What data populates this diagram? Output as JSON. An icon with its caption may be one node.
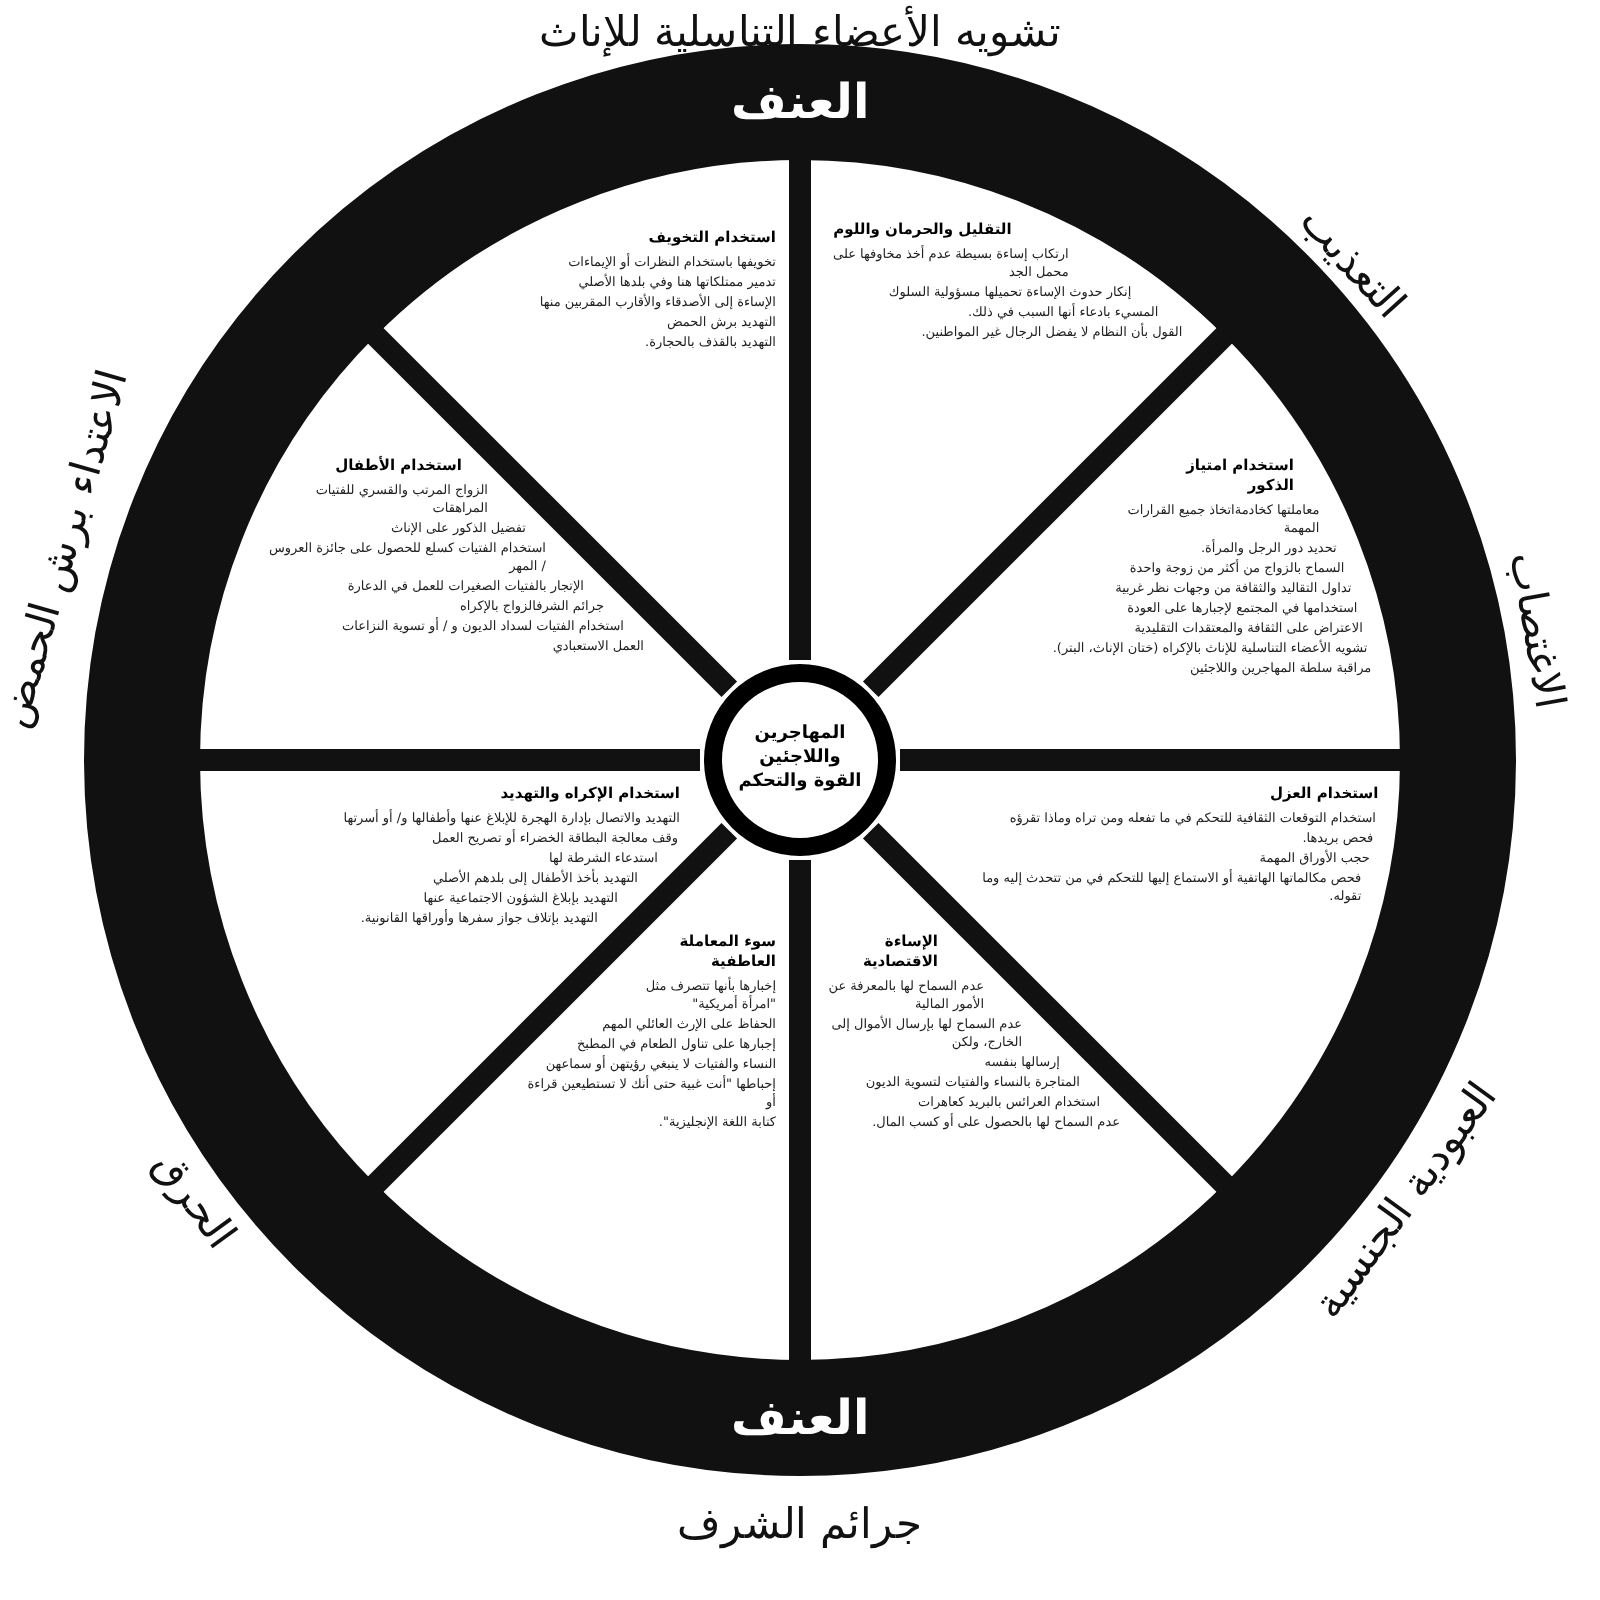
{
  "diagram": {
    "nodes": [
      {
        "text": [
          "التقليل والحرمان واللوم",
          "ارتكاب إساءة بسيطة عدم أخذ مخاوفها على محمل الجد",
          "إنكار حدوث الإساءة تحميلها مسؤولية السلوك",
          "المسيء بادعاء أنها السبب في ذلك.",
          "القول بأن النظام لا يفضل الرجال غير المواطنين."
        ]
      },
      {
        "text": [
          "استخدام التخويف",
          "تخويفها باستخدام النظرات أو الإيماءات",
          "تدمير ممتلكاتها هنا وفي بلدها الأصلي",
          "الإساءة إلى الأصدقاء والأقارب المقربين منها",
          "التهديد برش الحمض",
          "التهديد بالقذف بالحجارة."
        ]
      },
      {
        "text": [
          "استخدام امتياز الذكور",
          "معاملتها كخادمةاتخاذ جميع القرارات المهمة",
          "تحديد دور الرجل والمرأة.",
          "السماح بالزواج من أكثر من زوجة واحدة",
          "تداول التقاليد والثقافة من وجهات نظر غربية",
          "استخدامها في المجتمع لإجبارها على العودة",
          "الاعتراض على الثقافة والمعتقدات التقليدية",
          "تشويه الأعضاء التناسلية للإناث بالإكراه (ختان الإناث، البتر).",
          "مراقبة سلطة المهاجرين واللاجئين"
        ]
      },
      {
        "text": [
          "استخدام الأطفال",
          "الزواج المرتب والقسري للفتيات المراهقات",
          "تفضيل الذكور على الإناث",
          "استخدام الفتيات كسلع للحصول على جائزة العروس / المهر",
          "الإتجار بالفتيات الصغيرات للعمل في الدعارة",
          "جرائم الشرفالزواج بالإكراه",
          "استخدام الفتيات لسداد الديون و / أو تسوية النزاعات",
          "العمل الاستعبادي"
        ]
      },
      {
        "text": [
          "المهاجرين واللاجئين",
          "القوة والتحكم"
        ]
      },
      {
        "text": [
          "استخدام العزل",
          "استخدام التوقعات الثقافية للتحكم في ما تفعله ومن تراه وماذا تقرؤه",
          "فحص بريدها.",
          "حجب الأوراق المهمة",
          "فحص مكالماتها الهاتفية أو الاستماع إليها للتحكم في من تتحدث إليه وما تقوله."
        ]
      },
      {
        "text": [
          "استخدام الإكراه والتهديد",
          "التهديد والاتصال بإدارة الهجرة للإبلاغ عنها وأطفالها و/ أو أسرتها",
          "وقف معالجة البطاقة الخضراء أو تصريح العمل",
          "استدعاء الشرطة لها",
          "التهديد بأخذ الأطفال إلى بلدهم الأصلي",
          "التهديد بإبلاغ الشؤون الاجتماعية عنها",
          "التهديد بإتلاف جواز سفرها وأوراقها القانونية."
        ]
      },
      {
        "text": [
          "الإساءة الاقتصادية",
          "عدم السماح لها بالمعرفة عن الأمور المالية",
          "عدم السماح لها بإرسال الأموال إلى الخارج، ولكن",
          "إرسالها بنفسه",
          "المتاجرة بالنساء والفتيات لتسوية الديون",
          "استخدام العرائس بالبريد كعاهرات",
          "عدم السماح لها بالحصول على أو كسب المال."
        ]
      },
      {
        "text": [
          "سوء المعاملة العاطفية",
          "إخبارها بأنها تتصرف مثل \"امرأة أمريكية\"",
          "الحفاظ على الإرث العائلي المهم",
          "إجبارها على تناول الطعام في المطبخ",
          "النساء والفتيات لا ينبغي رؤيتهن أو سماعهن",
          "إحباطها \"أنت غبية حتى أنك لا تستطيعين قراءة أو",
          "كتابة اللغة الإنجليزية\"."
        ]
      }
    ],
    "labels": [
      "تشويه الأعضاء التناسلية للإناث",
      "العنف",
      "التعذيب",
      "الاعتداء برش الحمض",
      "الاغتصاب",
      "العبودية الجنسية",
      "الحرق",
      "العنف",
      "جرائم الشرف"
    ]
  }
}
